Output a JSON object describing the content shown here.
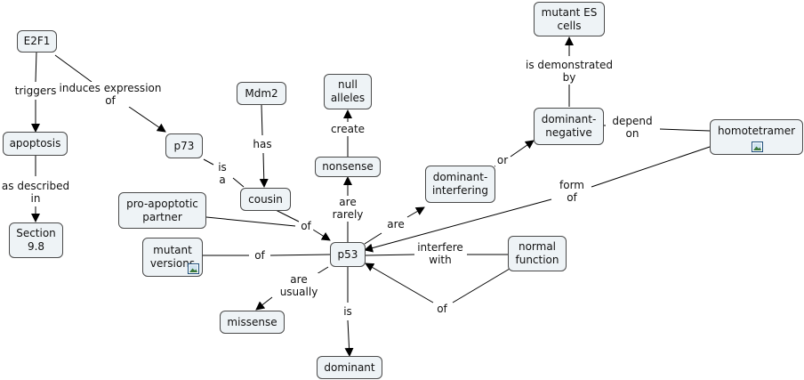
{
  "concepts": {
    "e2f1": "E2F1",
    "apoptosis": "apoptosis",
    "section": "Section\n9.8",
    "p73": "p73",
    "mdm2": "Mdm2",
    "cousin": "cousin",
    "pro_apoptotic": "pro-apoptotic\npartner",
    "mutant_versions": "mutant\nversions",
    "p53": "p53",
    "missense": "missense",
    "dominant": "dominant",
    "nonsense": "nonsense",
    "null_alleles": "null\nalleles",
    "dominant_interfering": "dominant-\ninterfering",
    "dominant_negative": "dominant-\nnegative",
    "mutant_es": "mutant ES\ncells",
    "homotetramer": "homotetramer",
    "normal_function": "normal\nfunction"
  },
  "links": {
    "triggers": "triggers",
    "induces": "induces expression\nof",
    "described": "as described\nin",
    "has": "has",
    "is_a": "is\na",
    "of_cousin": "of",
    "of_mutant": "of",
    "are_usually": "are\nusually",
    "is": "is",
    "are_rarely": "are\nrarely",
    "create": "create",
    "are": "are",
    "or": "or",
    "demonstrated": "is demonstrated\nby",
    "depend_on": "depend\non",
    "form_of": "form\nof",
    "interfere_with": "interfere\nwith",
    "of_normal": "of"
  },
  "icons": [
    "image-icon"
  ]
}
